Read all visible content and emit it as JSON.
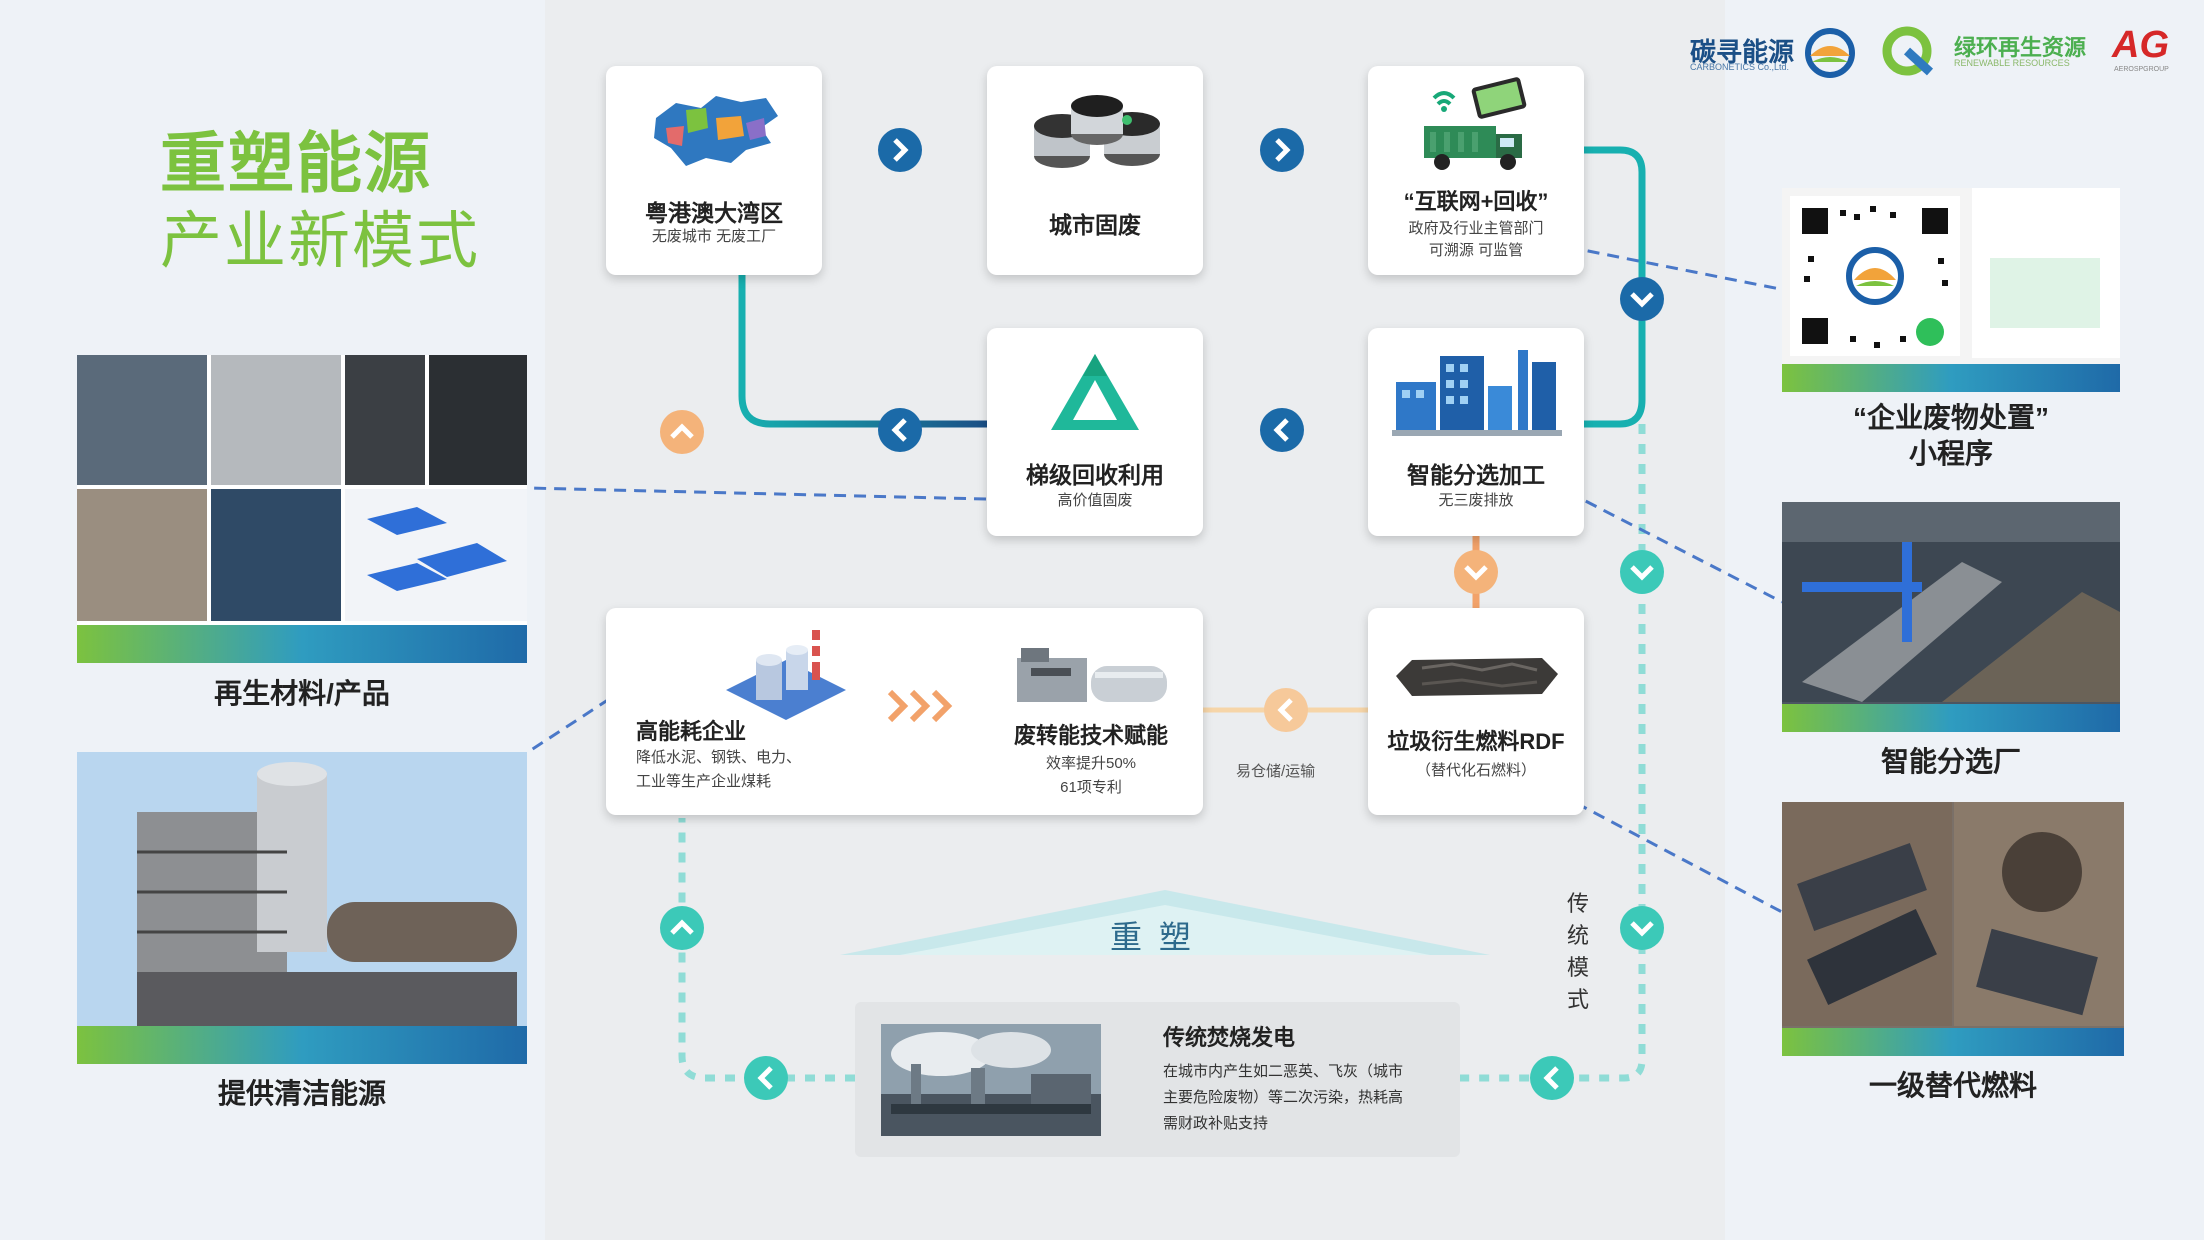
{
  "title": {
    "line1": "重塑能源",
    "line2": "产业新模式"
  },
  "logos": [
    {
      "name": "碳寻能源",
      "sub": "CARBONETICS Co.,Ltd."
    },
    {
      "name": "绿环再生资源",
      "sub": "RENEWABLE RESOURCES"
    },
    {
      "name": "AG",
      "sub": "AEROSPGROUP"
    }
  ],
  "nodes": {
    "gba": {
      "title": "粤港澳大湾区",
      "sub": "无废城市 无废工厂"
    },
    "msw": {
      "title": "城市固废"
    },
    "internet": {
      "title": "“互联网+回收”",
      "sub1": "政府及行业主管部门",
      "sub2": "可溯源  可监管"
    },
    "cascade": {
      "title": "梯级回收利用",
      "sub": "高价值固废"
    },
    "sorting": {
      "title": "智能分选加工",
      "sub": "无三废排放"
    },
    "rdf": {
      "title": "垃圾衍生燃料RDF",
      "sub": "（替代化石燃料）"
    },
    "high_energy": {
      "title": "高能耗企业",
      "sub1": "降低水泥、钢铁、电力、",
      "sub2": "工业等生产企业煤耗"
    },
    "w2e": {
      "title": "废转能技术赋能",
      "sub1": "效率提升50%",
      "sub2": "61项专利"
    },
    "traditional": {
      "title": "传统焚烧发电",
      "lines": [
        "在城市内产生如二恶英、飞灰（城市",
        "主要危险废物）等二次污染，热耗高",
        "需财政补贴支持"
      ]
    }
  },
  "labels": {
    "storage": "易仓储/运输",
    "reshape": "重 塑",
    "traditional_mode": [
      "传",
      "统",
      "模",
      "式"
    ]
  },
  "left_panels": {
    "materials": "再生材料/产品",
    "clean_energy": "提供清洁能源"
  },
  "right_panels": {
    "miniapp": [
      "“企业废物处置”",
      "小程序"
    ],
    "sorting_plant": "智能分选厂",
    "fuel": "一级替代燃料"
  },
  "colors": {
    "green": "#7cc23f",
    "navy": "#1b4f86",
    "teal": "#17a8a8",
    "orange": "#f2a26a",
    "dashed_blue": "#4a78c8",
    "dashed_teal": "#8fdcd6"
  }
}
